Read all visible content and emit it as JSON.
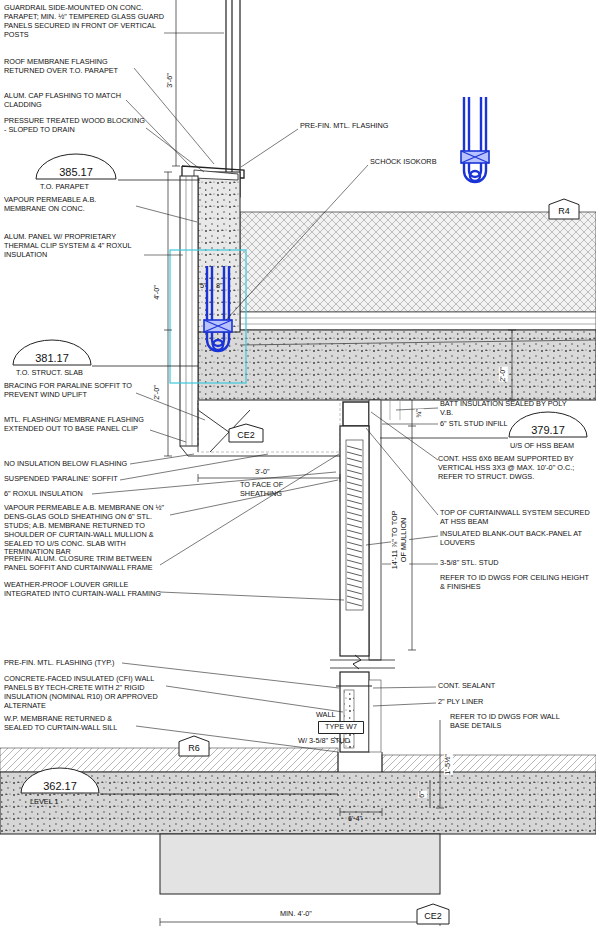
{
  "diagram": {
    "nodes": [
      {
        "text": [
          "385.17"
        ]
      },
      {
        "text": [
          "381.17"
        ]
      },
      {
        "text": [
          "379.17"
        ]
      },
      {
        "text": [
          "362.17"
        ]
      },
      {
        "text": [
          "R4"
        ]
      },
      {
        "text": [
          "CE2"
        ]
      },
      {
        "text": [
          "R6"
        ]
      },
      {
        "text": [
          "CE2"
        ]
      },
      {
        "text": [
          "TYPE W7"
        ]
      }
    ],
    "labels": [
      "GUARDRAIL SIDE-MOUNTED ON CONC. PARAPET; MIN. ½\" TEMPERED GLASS GUARD PANELS SECURED IN FRONT OF VERTICAL POSTS",
      "3'-6\"",
      "ROOF MEMBRANE FLASHING RETURNED OVER T.O. PARAPET",
      "ALUM. CAP FLASHING TO MATCH CLADDING",
      "PRESSURE TREATED WOOD BLOCKING - SLOPED TO DRAIN",
      "PRE-FIN. MTL. FLASHING",
      "SCHÖCK ISOKORB",
      "T.O. PARAPET",
      "VAPOUR PERMEABLE A.B. MEMBRANE ON CONC.",
      "ALUM. PANEL W/ PROPRIETARY THERMAL CLIP SYSTEM & 4\" ROXUL INSULATION",
      "5\"",
      "8\"",
      "4'-0\"",
      "T.O. STRUCT. SLAB",
      "2'-0\"",
      "2'-0\"",
      "BRACING FOR PARALINE SOFFIT TO PREVENT WIND UPLIFT",
      "BATT INSULATION SEALED BY POLY V.B.",
      "6\" STL STUD INFILL",
      "MTL. FLASHING/ MEMBRANE FLASHING EXTENDED OUT TO BASE PANEL CLIP",
      "¾\"",
      "U/S OF HSS BEAM",
      "CONT. HSS 6X6 BEAM SUPPORTED BY VERTICAL HSS 3X3 @ MAX. 10'-0\" O.C.; REFER TO STRUCT. DWGS.",
      "NO INSULATION BELOW FLASHING",
      "3'-0\"",
      "TO FACE OF SHEATHING",
      "SUSPENDED 'PARALINE' SOFFIT",
      "14'-11 ⅞\" TO TOP OF MULLION",
      "6\" ROXUL INSULATION",
      "VAPOUR PERMEABLE A.B. MEMBRANE ON ½\" DENS-GLAS GOLD SHEATHING ON 6\" STL. STUDS; A.B. MEMBRANE RETURNED TO SHOULDER OF CURTAIN-WALL MULLION & SEALED TO U/S CONC. SLAB WITH TERMINATION BAR",
      "TOP OF CURTAINWALL SYSTEM SECURED AT HSS BEAM",
      "INSULATED BLANK-OUT BACK-PANEL AT LOUVERS",
      "PREFIN. ALUM. CLOSURE TRIM BETWEEN PANEL SOFFIT AND CURTAINWALL FRAME",
      "3-5/8\" STL. STUD",
      "REFER TO ID DWGS FOR CEILING HEIGHT & FINISHES",
      "WEATHER-PROOF LOUVER GRILLE INTEGRATED INTO CURTAIN-WALL FRAMING",
      "PRE-FIN. MTL. FLASHING (TYP.)",
      "CONCRETE-FACED INSULATED (CFI) WALL PANELS BY TECH-CRETE WITH 2\" RIGID INSULATION (NOMINAL R10) OR APPROVED ALTERNATE",
      "CONT. SEALANT",
      "2\" PLY LINER",
      "WALL",
      "REFER TO ID DWGS FOR WALL BASE DETAILS",
      "W.P. MEMBRANE RETURNED & SEALED TO CURTAIN-WALL SILL",
      "W/ 3-5/8\" STUD",
      "1'-5½\"",
      "6\"",
      "LEVEL 1",
      "6' 4\"",
      "MIN. 4'-0\""
    ]
  }
}
